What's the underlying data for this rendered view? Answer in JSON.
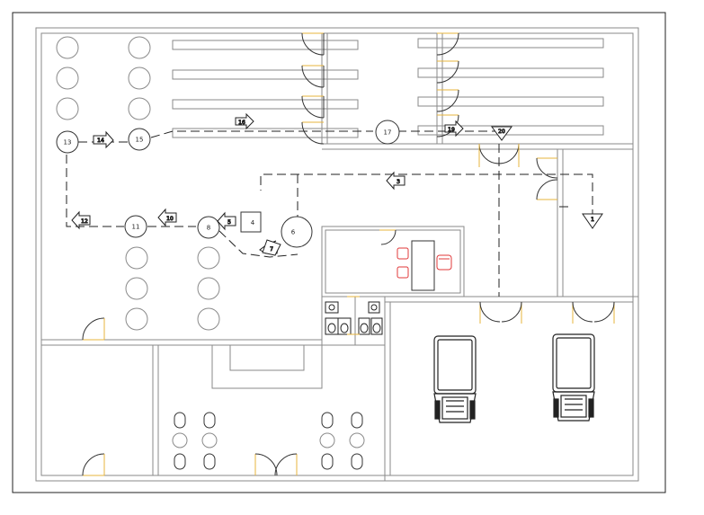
{
  "palette": {
    "wall": "#7a7a7a",
    "line": "#222222",
    "door": "#e7b43c",
    "furniture_accent": "#e0383a",
    "background": "#ffffff"
  },
  "circle_labels": {
    "c13": "13",
    "c15": "15",
    "c11": "11",
    "c8": "8",
    "c6": "6",
    "c17": "17"
  },
  "arrow_labels": {
    "a14": "14",
    "a16": "16",
    "a12": "12",
    "a10": "10",
    "a5": "5",
    "a7": "7",
    "a3": "3",
    "a19": "19"
  },
  "triangle_labels": {
    "t20": "20",
    "t1": "1"
  },
  "box_labels": {
    "b4": "4"
  }
}
